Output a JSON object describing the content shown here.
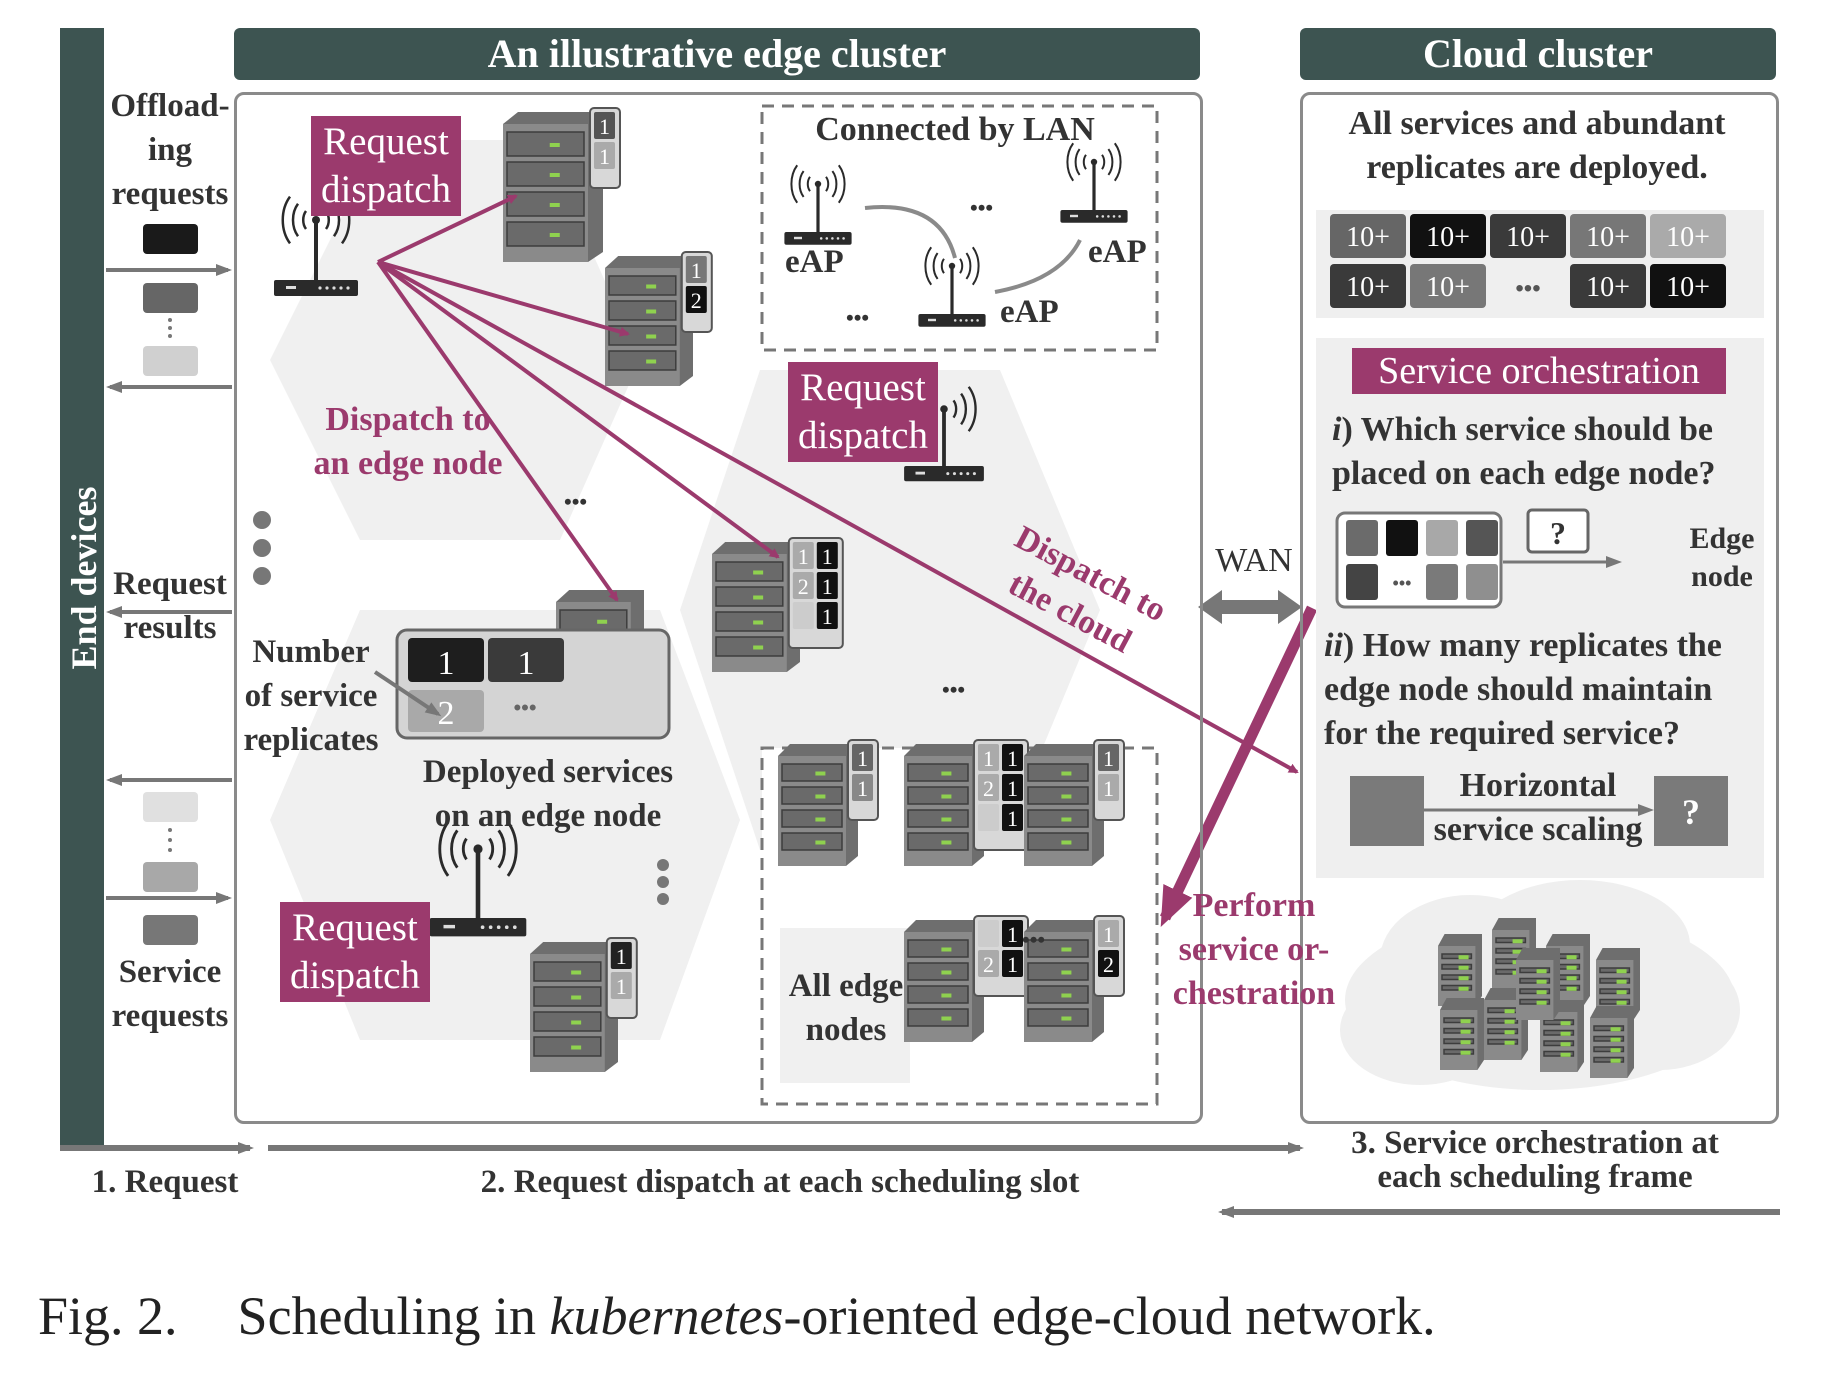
{
  "edge_header": "An illustrative edge cluster",
  "cloud_header": "Cloud cluster",
  "end_devices_label": "End devices",
  "offloading_requests": "Offload-\ning\nrequests",
  "request_results": "Request\nresults",
  "service_requests": "Service\nrequests",
  "request_dispatch_label": "Request\ndispatch",
  "dispatch_to_edge_node": "Dispatch to\nan edge node",
  "dispatch_to_cloud": "Dispatch to\nthe cloud",
  "connected_by_lan": "Connected by LAN",
  "eap_label": "eAP",
  "ellipsis": "•••",
  "number_of_replicates": "Number\nof service\nreplicates",
  "deployed_services": "Deployed services\non an edge node",
  "all_edge_nodes": "All edge\nnodes",
  "wan_label": "WAN",
  "perform_orchestration": "Perform\nservice or-\nchestration",
  "cloud_desc": "All services and abundant\nreplicates are deployed.",
  "replicate_badge": "10+",
  "service_orchestration_title": "Service orchestration",
  "question_1_num": "i",
  "question_1": ") Which service should be\nplaced on each edge node?",
  "question_2_num": "ii",
  "question_2": ") How many replicates the\nedge node should maintain\nfor the required service?",
  "question_mark": "?",
  "edge_node_label": "Edge\nnode",
  "horizontal_scaling": "Horizontal\nservice scaling",
  "step_1": "1. Request",
  "step_2": "2. Request dispatch at each scheduling slot",
  "step_3": "3. Service orchestration at\neach scheduling frame",
  "caption_prefix": "Fig. 2.",
  "caption_text_1": "Scheduling in ",
  "caption_italic": "kubernetes",
  "caption_text_2": "-oriented edge-cloud network.",
  "replica_numbers": {
    "one": "1",
    "two": "2"
  },
  "colors": {
    "header": "#3d5451",
    "accent": "#9b3a6d",
    "arrow_gray": "#777777",
    "hexagon": "#f0f0f0"
  }
}
